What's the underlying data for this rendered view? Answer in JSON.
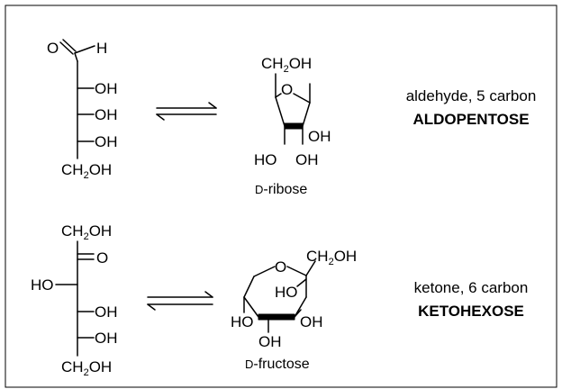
{
  "frame": {
    "border_color": "#000000",
    "background": "#ffffff"
  },
  "top": {
    "chain": {
      "carbonyl_o": "O",
      "aldehyde_h": "H",
      "oh_1": "OH",
      "oh_2": "OH",
      "oh_3": "OH",
      "ch2oh": {
        "main": "CH",
        "sub": "2",
        "tail": "OH"
      }
    },
    "ring": {
      "ch2oh": {
        "main": "CH",
        "sub": "2",
        "tail": "OH"
      },
      "ring_o": "O",
      "oh_right": "OH",
      "ho_bottom": "HO",
      "oh_bottom": "OH"
    },
    "caption": {
      "prefix": "D",
      "name": "-ribose"
    },
    "description": "aldehyde, 5 carbon",
    "classification": "ALDOPENTOSE"
  },
  "bottom": {
    "chain": {
      "ch2oh_top": {
        "main": "CH",
        "sub": "2",
        "tail": "OH"
      },
      "carbonyl_o": "O",
      "ho": "HO",
      "oh_1": "OH",
      "oh_2": "OH",
      "ch2oh_bottom": {
        "main": "CH",
        "sub": "2",
        "tail": "OH"
      }
    },
    "ring": {
      "ring_o": "O",
      "ch2oh": {
        "main": "CH",
        "sub": "2",
        "tail": "OH"
      },
      "ho_inner": "HO",
      "ho_left": "HO",
      "oh_right": "OH",
      "oh_bottom": "OH"
    },
    "caption": {
      "prefix": "D",
      "name": "-fructose"
    },
    "description": "ketone, 6 carbon",
    "classification": "KETOHEXOSE"
  }
}
